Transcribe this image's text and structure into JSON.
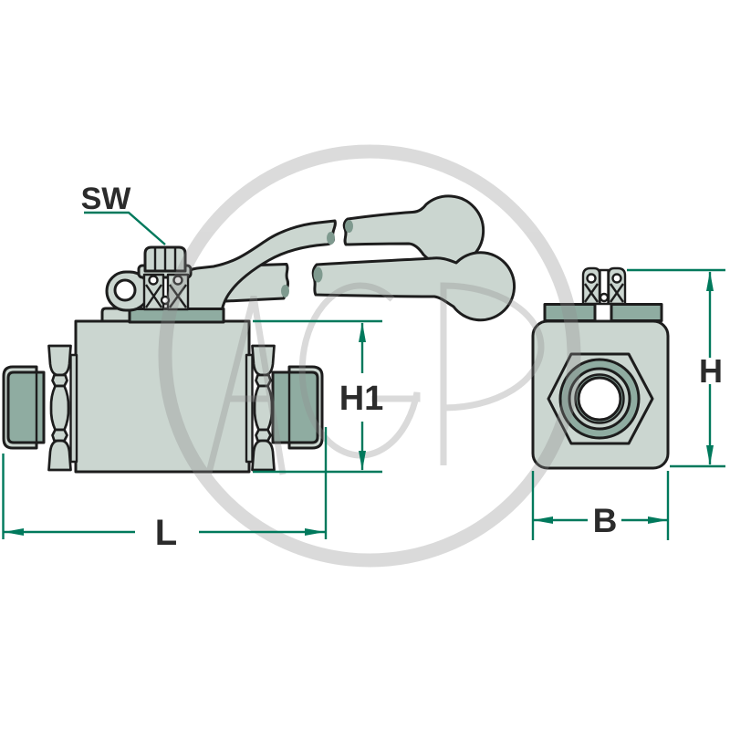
{
  "diagram": {
    "type": "technical-drawing",
    "subject": "2-way high pressure ball valve with lever handle, side view and front view with dimension callouts",
    "labels": {
      "sw": "SW",
      "h1": "H1",
      "l": "L",
      "b": "B",
      "h": "H"
    },
    "watermark_text": "AGP",
    "colors": {
      "dimension": "#00795C",
      "outline": "#1d1d1d",
      "fill_light": "#CBD6D0",
      "fill_dark": "#8FACA1",
      "fill_mid": "#C6D2CC",
      "notch": "#7F9A8F",
      "watermark": "#8F8F8F"
    }
  }
}
